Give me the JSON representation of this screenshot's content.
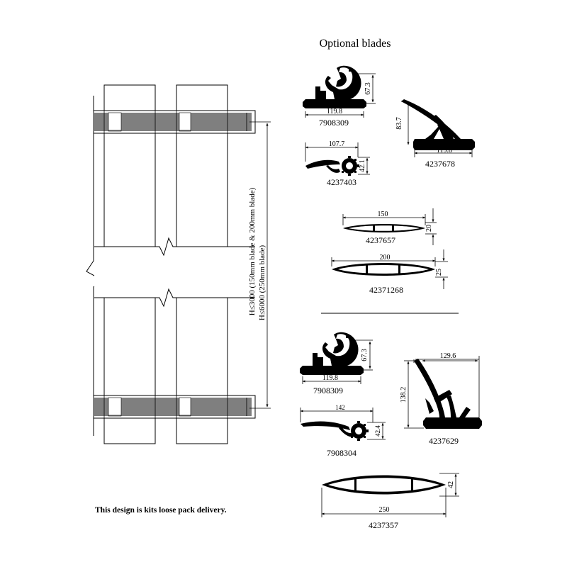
{
  "section_title": "Optional  blades",
  "height_notes": {
    "line1": "H≤3000 (150mm blade & 200mm blade)",
    "line2": "H≤6000 (250mm blade)"
  },
  "footer_note": "This design is kits loose pack delivery.",
  "profiles": [
    {
      "code": "7908309",
      "width": "119.8",
      "height": "67.3"
    },
    {
      "code": "4237678",
      "width": "119.8",
      "height": "83.7"
    },
    {
      "code": "4237403",
      "width": "107.7",
      "height": "42.1"
    },
    {
      "code": "4237657",
      "width": "150",
      "height": "20"
    },
    {
      "code": "42371268",
      "width": "200",
      "height": "25"
    },
    {
      "code": "7908309",
      "width": "119.8",
      "height": "67.3"
    },
    {
      "code": "4237629",
      "width": "129.6",
      "height": "138.2"
    },
    {
      "code": "7908304",
      "width": "142",
      "height": "42.4"
    },
    {
      "code": "4237357",
      "width": "250",
      "height": "42"
    }
  ]
}
